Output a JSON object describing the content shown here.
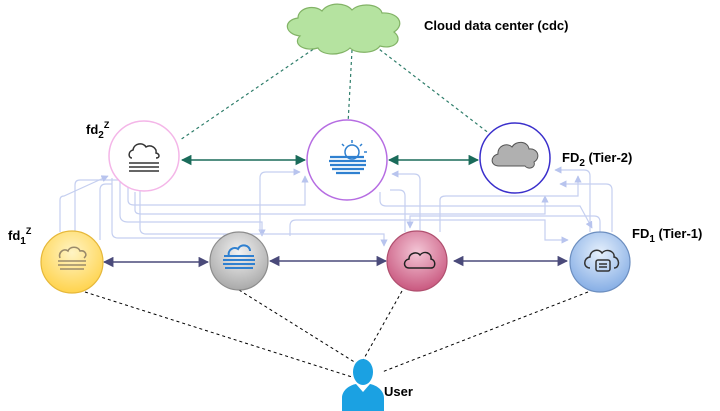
{
  "labels": {
    "cloud": "Cloud data center (cdc)",
    "fd2z_base": "fd",
    "fd2z_sub": "2",
    "fd2z_sup": "Z",
    "fd1z_base": "fd",
    "fd1z_sub": "1",
    "fd1z_sup": "Z",
    "fd2_base": "FD",
    "fd2_sub": "2",
    "fd2_rest": " (Tier-2)",
    "fd1_base": "FD",
    "fd1_sub": "1",
    "fd1_rest": " (Tier-1)",
    "user": "User"
  },
  "nodes": [
    {
      "id": "cdc",
      "icon": "cloud-icon",
      "fill": "#b5e3a0",
      "stroke": "#82b366"
    },
    {
      "id": "fd2z",
      "icon": "fog-icon",
      "fill": "#ffffff",
      "stroke": "#f4b6e8"
    },
    {
      "id": "tier2-mid",
      "icon": "partly-cloudy-icon",
      "fill": "#ffffff",
      "stroke": "#b66de2"
    },
    {
      "id": "fd2",
      "icon": "cloud-icon",
      "fill": "#ffffff",
      "stroke": "#3a2fcb"
    },
    {
      "id": "fd1z",
      "icon": "fog-cloud-icon",
      "fill": "#ffd970",
      "stroke": "#e6b83a"
    },
    {
      "id": "tier1-a",
      "icon": "cloud-icon",
      "fill": "#d3d3d3",
      "stroke": "#8c8c8c"
    },
    {
      "id": "tier1-b",
      "icon": "cloud-icon",
      "fill": "#d4779a",
      "stroke": "#b0506f"
    },
    {
      "id": "fd1",
      "icon": "cloud-server-icon",
      "fill": "#9ec0ec",
      "stroke": "#6c8ebf"
    },
    {
      "id": "user",
      "icon": "user-icon",
      "fill": "#1ba1e2"
    }
  ],
  "colors": {
    "tier2_link": "#1a6b5a",
    "tier1_link": "#4a4a7a",
    "cloud_link": "#2e7d6a",
    "user_link": "#000000",
    "mesh_link": "#c5cff0",
    "icon_blue": "#2f80d0"
  }
}
